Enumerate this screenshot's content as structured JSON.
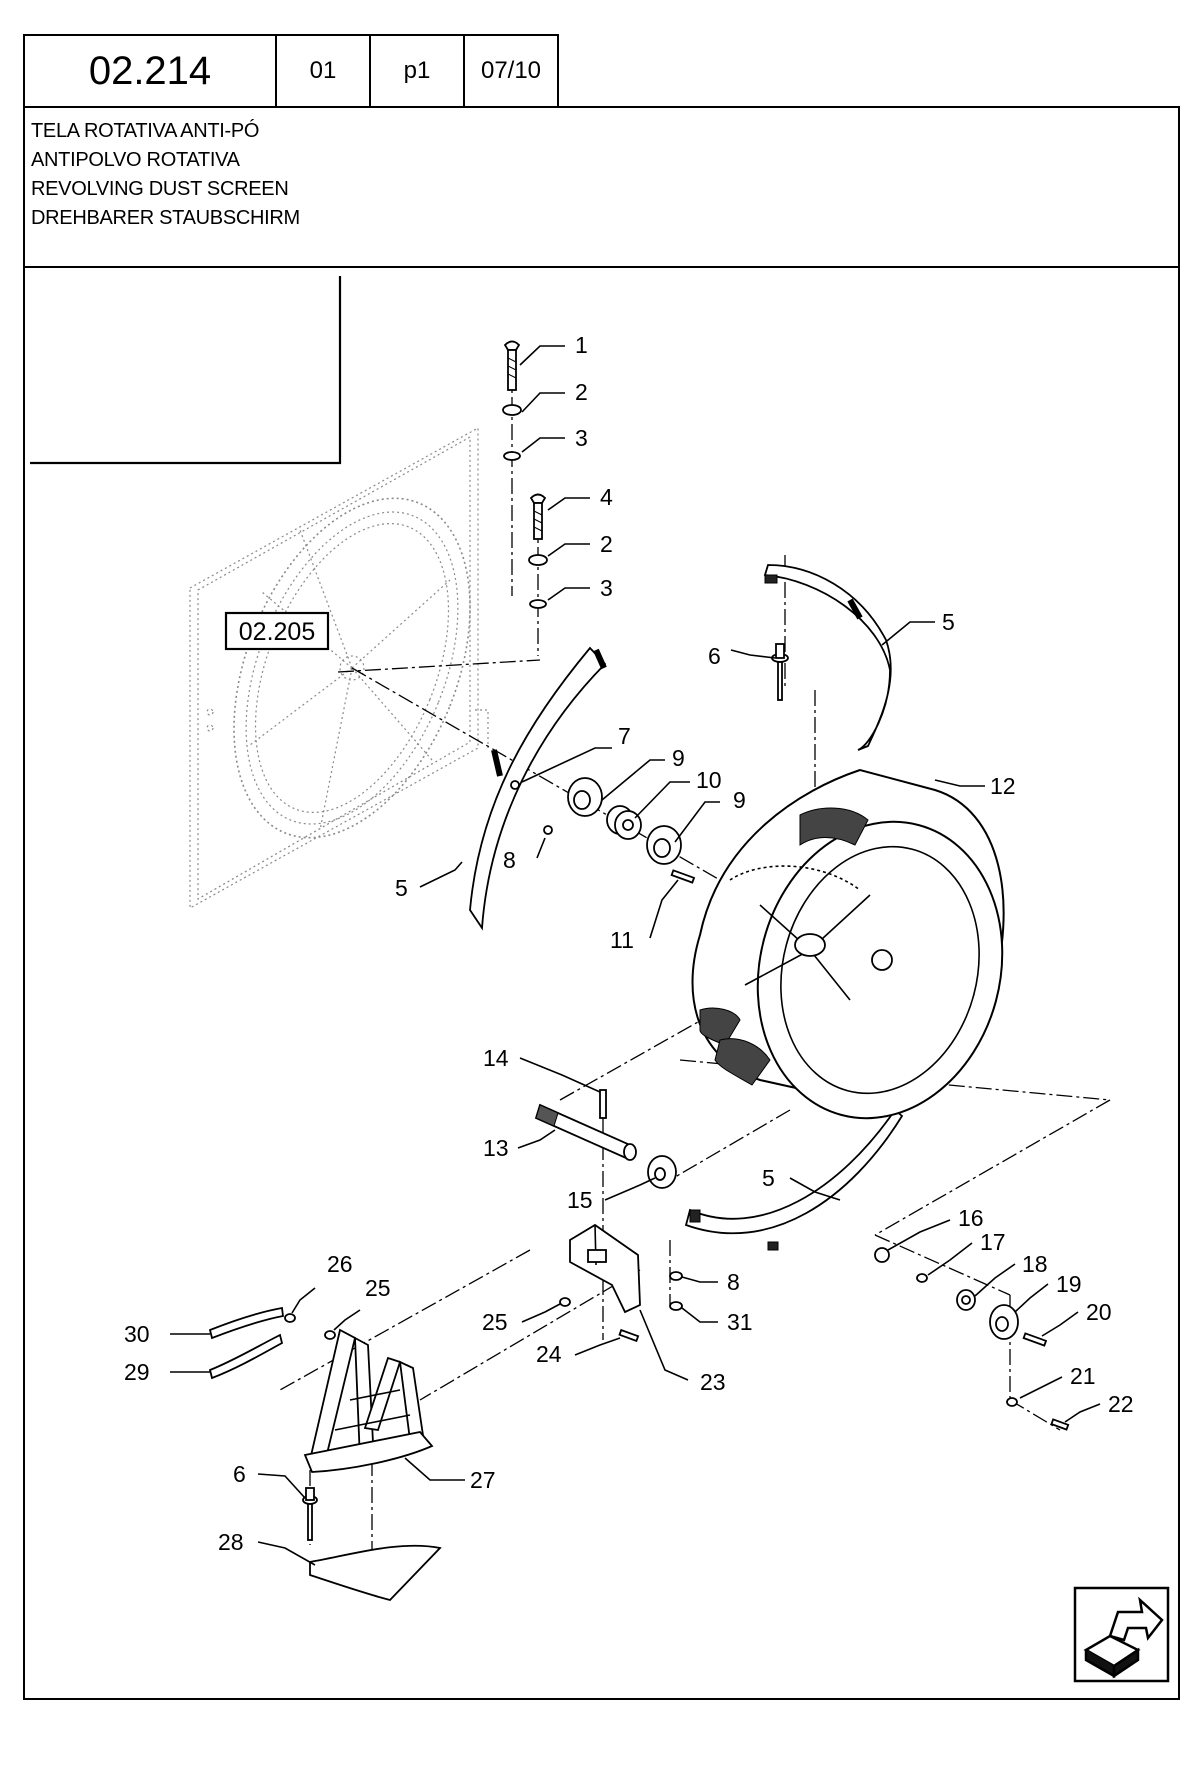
{
  "header": {
    "code": "02.214",
    "cell1": "01",
    "cell2": "p1",
    "cell3": "07/10"
  },
  "titles": [
    "TELA ROTATIVA ANTI-PÓ",
    "ANTIPOLVO ROTATIVA",
    "REVOLVING DUST SCREEN",
    "DREHBARER STAUBSCHIRM"
  ],
  "reference": "02.205",
  "callouts": [
    "1",
    "2",
    "3",
    "4",
    "2",
    "3",
    "5",
    "6",
    "7",
    "9",
    "10",
    "9",
    "8",
    "5",
    "11",
    "12",
    "14",
    "13",
    "15",
    "5",
    "16",
    "17",
    "18",
    "19",
    "20",
    "21",
    "22",
    "26",
    "25",
    "30",
    "29",
    "25",
    "24",
    "8",
    "31",
    "23",
    "6",
    "27",
    "28"
  ],
  "icons": {
    "next_page": "arrow-turn-icon"
  }
}
